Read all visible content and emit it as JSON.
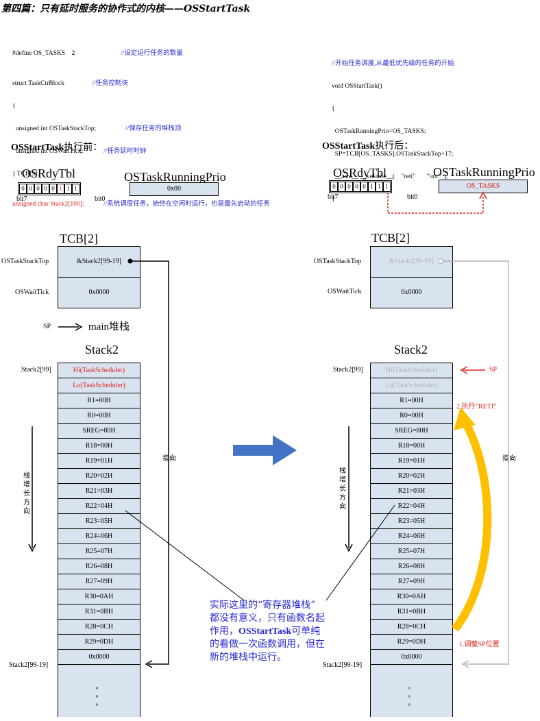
{
  "title": "第四篇：只有延时服务的协作式的内核——OSStartTask",
  "code_left": {
    "line1_code": "#define OS_TASKS    2",
    "line1_comment": "//设定运行任务的数量",
    "line2_code": "struct TaskCtrBlock",
    "line2_comment": "//任务控制块",
    "line3": "{",
    "line4_code": "  unsigned int OSTaskStackTop;",
    "line4_comment": "//保存任务的堆栈顶",
    "line5_code": "  unsigned int OSWaitTick;",
    "line5_comment": "//任务延时时钟",
    "line6": "} TCB[3];",
    "line7_code": "unsigned char Stack2[100];",
    "line7_comment": "//系统调度任务，始终在空闲时运行，也是最先启动的任务"
  },
  "code_right": {
    "comment": "//开始任务调度,从最低优先级的任务的开始",
    "l1": "void OSStartTask()",
    "l2": "{",
    "l3": "  OSTaskRunningPrio=OS_TASKS;",
    "l4": "  SP=TCB[OS_TASKS].OSTaskStackTop+17;",
    "l5": "  __asm__ __volatile__(    \"reti\"       \"\\n\\t\"  );",
    "l6": "}"
  },
  "before": {
    "heading_bold": "OSStartTask",
    "heading_rest": "执行前：",
    "rdy_title": "OSRdyTbl",
    "rdy_bits": [
      "0",
      "0",
      "0",
      "0",
      "0",
      "1",
      "1",
      "1"
    ],
    "bit_hi": "bit7",
    "bit_lo": "bit0",
    "prio_title": "OSTaskRunningPrio",
    "prio_value": "0x00",
    "tcb_title": "TCB[2]",
    "tcb_stacktop_label": "OSTaskStackTop",
    "tcb_stacktop_value": "&Stack2[99-19]",
    "tcb_waittick_label": "OSWaitTick",
    "tcb_waittick_value": "0x0000",
    "sp_label": "SP",
    "sp_target": "main堆栈",
    "points_to": "指向"
  },
  "after": {
    "heading_bold": "OSStartTask",
    "heading_rest": "执行后：",
    "rdy_title": "OSRdyTbl",
    "rdy_bits": [
      "0",
      "0",
      "0",
      "0",
      "0",
      "1",
      "1",
      "1"
    ],
    "bit_hi": "bit7",
    "bit_lo": "bit0",
    "prio_title": "OSTaskRunningPrio",
    "prio_value": "OS_TASKS",
    "tcb_title": "TCB[2]",
    "tcb_stacktop_label": "OSTaskStackTop",
    "tcb_stacktop_value": "&Stack2[99-19]",
    "tcb_waittick_label": "OSWaitTick",
    "tcb_waittick_value": "0x0000",
    "sp_label": "SP",
    "step1": "1.调整SP位置",
    "step2": "2.执行“RETI”",
    "points_to": "指向"
  },
  "stack": {
    "title": "Stack2",
    "top_label": "Stack2[99]",
    "bottom_label": "Stack2[99-19]",
    "growth_dir": "栈增长方向",
    "cells": [
      "Hi(TaskScheduler)",
      "Lo(TaskScheduler)",
      "R1=00H",
      "R0=00H",
      "SREG=80H",
      "R18=00H",
      "R19=01H",
      "R20=02H",
      "R21=03H",
      "R22=04H",
      "R23=05H",
      "R24=06H",
      "R25=07H",
      "R26=08H",
      "R27=09H",
      "R30=0AH",
      "R31=0BH",
      "R28=0CH",
      "R29=0DH",
      "0x0000"
    ],
    "dots": "。"
  },
  "note": {
    "l1": "实际这里的“寄存器堆栈”",
    "l2": "都没有意义，只有函数名起",
    "l3a": "作用，",
    "l3b": "OSStartTask",
    "l3c": "可单纯",
    "l4": "的看做一次函数调用，但在",
    "l5": "新的堆栈中运行。"
  },
  "colors": {
    "red": "#e0201c",
    "blue_text": "#2a2ad0",
    "box_fill": "#d9e2ef",
    "arrow_blue": "#4472c4",
    "arrow_yellow": "#ffc000",
    "gray": "#b0b0b0"
  }
}
